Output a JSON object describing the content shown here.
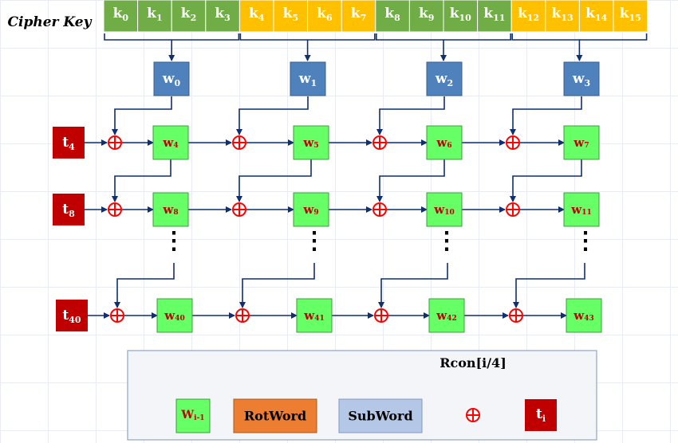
{
  "title": "Cipher Key",
  "key_bytes": [
    {
      "base": "k",
      "sub": "0"
    },
    {
      "base": "k",
      "sub": "1"
    },
    {
      "base": "k",
      "sub": "2"
    },
    {
      "base": "k",
      "sub": "3"
    },
    {
      "base": "k",
      "sub": "4"
    },
    {
      "base": "k",
      "sub": "5"
    },
    {
      "base": "k",
      "sub": "6"
    },
    {
      "base": "k",
      "sub": "7"
    },
    {
      "base": "k",
      "sub": "8"
    },
    {
      "base": "k",
      "sub": "9"
    },
    {
      "base": "k",
      "sub": "10"
    },
    {
      "base": "k",
      "sub": "11"
    },
    {
      "base": "k",
      "sub": "12"
    },
    {
      "base": "k",
      "sub": "13"
    },
    {
      "base": "k",
      "sub": "14"
    },
    {
      "base": "k",
      "sub": "15"
    }
  ],
  "key_group_colors": [
    "#70ad47",
    "#ffc000",
    "#70ad47",
    "#ffc000"
  ],
  "initial_words": [
    {
      "base": "w",
      "sub": "0"
    },
    {
      "base": "w",
      "sub": "1"
    },
    {
      "base": "w",
      "sub": "2"
    },
    {
      "base": "w",
      "sub": "3"
    }
  ],
  "t_labels": [
    {
      "base": "t",
      "sub": "4"
    },
    {
      "base": "t",
      "sub": "8"
    },
    {
      "base": "t",
      "sub": "40"
    }
  ],
  "word_rows": [
    [
      {
        "base": "w",
        "sub": "4"
      },
      {
        "base": "w",
        "sub": "5"
      },
      {
        "base": "w",
        "sub": "6"
      },
      {
        "base": "w",
        "sub": "7"
      }
    ],
    [
      {
        "base": "w",
        "sub": "8"
      },
      {
        "base": "w",
        "sub": "9"
      },
      {
        "base": "w",
        "sub": "10"
      },
      {
        "base": "w",
        "sub": "11"
      }
    ],
    [
      {
        "base": "w",
        "sub": "40"
      },
      {
        "base": "w",
        "sub": "41"
      },
      {
        "base": "w",
        "sub": "42"
      },
      {
        "base": "w",
        "sub": "43"
      }
    ]
  ],
  "ellipsis": "⋮",
  "legend": {
    "input": {
      "base": "W",
      "sub": "i-1"
    },
    "rotword": "RotWord",
    "subword": "SubWord",
    "rcon": "Rcon[i/4]",
    "output": {
      "base": "t",
      "sub": "i"
    }
  },
  "colors": {
    "key_green": "#70ad47",
    "key_yellow": "#ffc000",
    "blue_word": "#4f81bd",
    "green_word": "#66ff66",
    "word_text": "#c00000",
    "t_box": "#c00000",
    "arrow": "#0f2f6e",
    "xor": "#ff0000",
    "rotword": "#ed7d31",
    "subword": "#b4c7e7",
    "legend_bg": "#f3f5f9",
    "legend_border": "#8ea5c8"
  }
}
